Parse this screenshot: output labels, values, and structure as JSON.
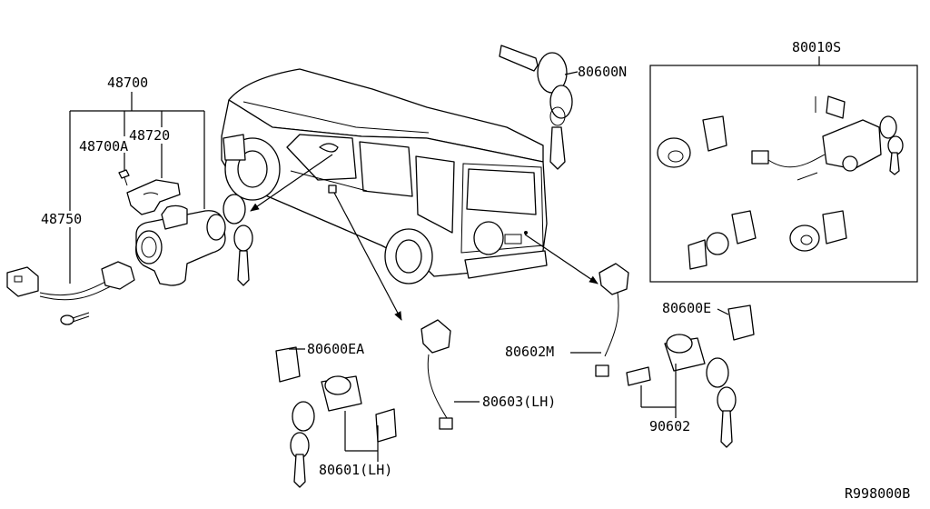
{
  "labels": {
    "p48700": "48700",
    "p48720": "48720",
    "p48700A": "48700A",
    "p48750": "48750",
    "p80600N": "80600N",
    "p80010S": "80010S",
    "p80600E": "80600E",
    "p80602M": "80602M",
    "p80600EA": "80600EA",
    "p80603LH": "80603(LH)",
    "p80601LH": "80601(LH)",
    "p90602": "90602",
    "ref": "R998000B"
  }
}
